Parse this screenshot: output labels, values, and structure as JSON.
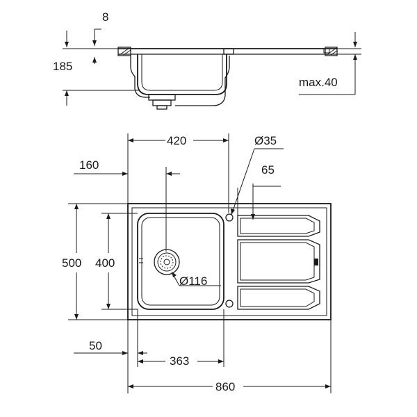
{
  "drawing": {
    "title": "",
    "colors": {
      "line": "#1a1a1a",
      "background": "#ffffff"
    },
    "side_view": {
      "dimensions": {
        "rim_thickness": "8",
        "depth": "185",
        "max_countertop": "max.40"
      }
    },
    "top_view": {
      "dimensions": {
        "bowl_outer_width": "420",
        "tap_hole_diameter": "Ø35",
        "left_offset": "160",
        "drainer_offset": "65",
        "overall_depth": "500",
        "bowl_depth": "400",
        "waste_diameter": "Ø116",
        "left_margin": "50",
        "bowl_inner_width": "363",
        "overall_width": "860"
      }
    }
  }
}
